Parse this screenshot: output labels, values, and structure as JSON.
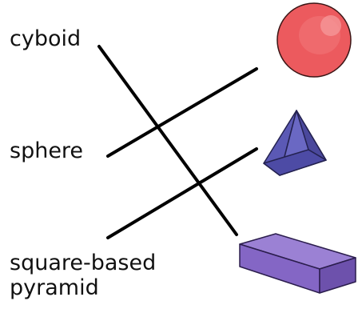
{
  "labels": {
    "cyboid": "cyboid",
    "sphere": "sphere",
    "square_based_line1": "square-based",
    "square_based_line2": "pyramid"
  },
  "shapes": [
    "sphere",
    "square-based pyramid",
    "cuboid"
  ],
  "colors": {
    "text": "#111111",
    "line": "#000000",
    "sphere": "#ec5a5e",
    "pyramid": "#5a58b4",
    "cuboid": "#8b6cc7"
  }
}
